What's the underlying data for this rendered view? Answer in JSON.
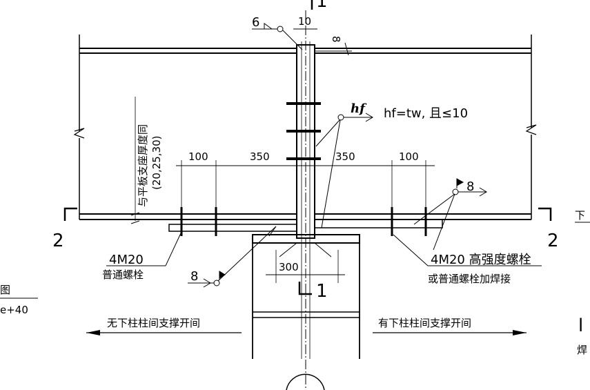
{
  "section_marks": {
    "top": "1",
    "left": "2",
    "right": "2",
    "bottom": "1"
  },
  "dims": {
    "gap10": "10",
    "weld_top": "6",
    "weld_eight_top": "8",
    "d100_left": "100",
    "d350_left": "350",
    "d350_right": "350",
    "d100_right": "100",
    "d300": "300"
  },
  "weld_note": {
    "symbol": "hf",
    "formula": "hf=tw, 且≤10"
  },
  "vertical_note": {
    "line1": "与平板支座厚度同",
    "line2": "(20,25,30)"
  },
  "left_bolts": {
    "spec": "4M20",
    "desc": "普通螺栓",
    "weld_size": "8"
  },
  "right_bolts": {
    "weld_size": "8",
    "spec_line": "4M20 高强度螺栓",
    "desc": "或普通螺栓加焊接"
  },
  "spans": {
    "left": "无下柱柱间支撑开间",
    "right": "有下柱柱间支撑开间"
  },
  "edge_left": {
    "line1": "图",
    "line2": "e+40"
  },
  "edge_right": {
    "frag1": "下",
    "frag2": "l",
    "frag3": "焊"
  }
}
